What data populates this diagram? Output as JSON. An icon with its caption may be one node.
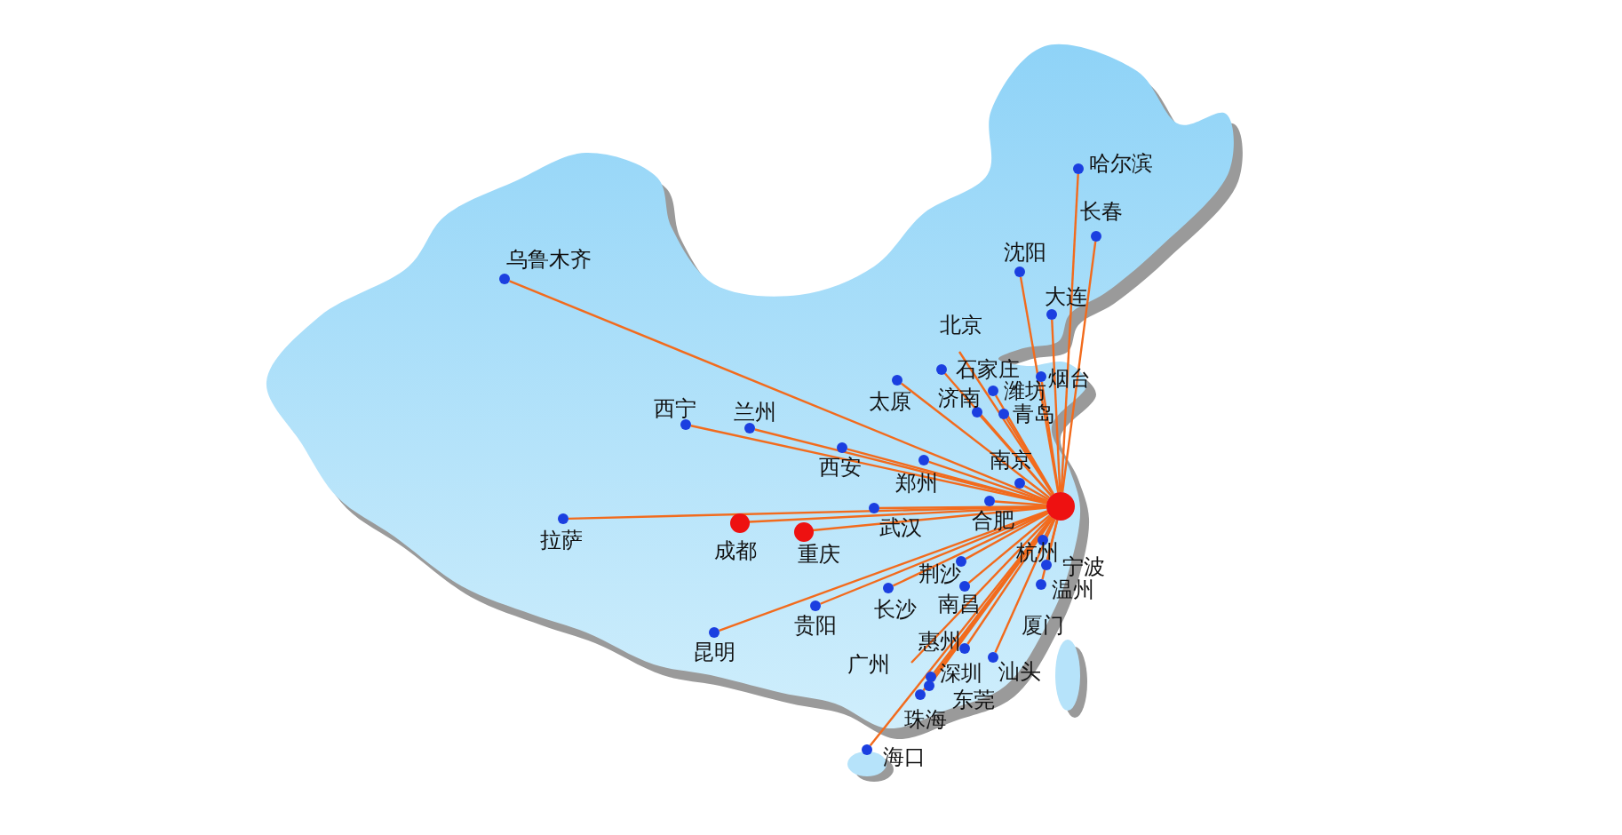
{
  "diagram": {
    "nodes": [
      {
        "text": [],
        "shape": "circle"
      },
      {
        "text": [
          "乌鲁木齐"
        ]
      },
      {
        "text": [
          "哈尔滨"
        ]
      },
      {
        "text": [
          "长春"
        ]
      },
      {
        "text": [
          "沈阳"
        ]
      },
      {
        "text": [
          "大连"
        ]
      },
      {
        "text": [
          "北京"
        ]
      },
      {
        "text": [
          "石家庄"
        ]
      },
      {
        "text": [
          "太原"
        ]
      },
      {
        "text": [
          "济南"
        ]
      },
      {
        "text": [
          "潍坊"
        ]
      },
      {
        "text": [
          "烟台"
        ]
      },
      {
        "text": [
          "青岛"
        ]
      },
      {
        "text": [
          "西宁"
        ]
      },
      {
        "text": [
          "兰州"
        ]
      },
      {
        "text": [
          "西安"
        ]
      },
      {
        "text": [
          "郑州"
        ]
      },
      {
        "text": [
          "南京"
        ]
      },
      {
        "text": [
          "拉萨"
        ]
      },
      {
        "text": [
          "成都"
        ]
      },
      {
        "text": [
          "重庆"
        ]
      },
      {
        "text": [
          "武汉"
        ]
      },
      {
        "text": [
          "合肥"
        ]
      },
      {
        "text": [
          "杭州"
        ]
      },
      {
        "text": [
          "宁波"
        ]
      },
      {
        "text": [
          "温州"
        ]
      },
      {
        "text": [
          "荆沙"
        ]
      },
      {
        "text": [
          "南昌"
        ]
      },
      {
        "text": [
          "长沙"
        ]
      },
      {
        "text": [
          "贵阳"
        ]
      },
      {
        "text": [
          "昆明"
        ]
      },
      {
        "text": [
          "惠州"
        ]
      },
      {
        "text": [
          "广州"
        ]
      },
      {
        "text": [
          "深圳"
        ]
      },
      {
        "text": [
          "东莞"
        ]
      },
      {
        "text": [
          "珠海"
        ]
      },
      {
        "text": [
          "汕头"
        ]
      },
      {
        "text": [
          "海口"
        ]
      }
    ],
    "edges": [
      {
        "from": 0,
        "to": 1,
        "arrow": "none"
      },
      {
        "from": 0,
        "to": 2,
        "arrow": "none"
      },
      {
        "from": 0,
        "to": 3,
        "arrow": "none"
      },
      {
        "from": 0,
        "to": 4,
        "arrow": "none"
      },
      {
        "from": 0,
        "to": 5,
        "arrow": "none"
      },
      {
        "from": 0,
        "to": 6,
        "arrow": "none"
      },
      {
        "from": 0,
        "to": 7,
        "arrow": "none"
      },
      {
        "from": 0,
        "to": 8,
        "arrow": "none"
      },
      {
        "from": 0,
        "to": 9,
        "arrow": "none"
      },
      {
        "from": 0,
        "to": 10,
        "arrow": "none"
      },
      {
        "from": 0,
        "to": 11,
        "arrow": "none"
      },
      {
        "from": 0,
        "to": 12,
        "arrow": "none"
      },
      {
        "from": 0,
        "to": 13,
        "arrow": "none"
      },
      {
        "from": 0,
        "to": 14,
        "arrow": "none"
      },
      {
        "from": 0,
        "to": 15,
        "arrow": "none"
      },
      {
        "from": 0,
        "to": 16,
        "arrow": "none"
      },
      {
        "from": 0,
        "to": 17,
        "arrow": "none"
      },
      {
        "from": 0,
        "to": 18,
        "arrow": "none"
      },
      {
        "from": 0,
        "to": 19,
        "arrow": "none"
      },
      {
        "from": 0,
        "to": 20,
        "arrow": "none"
      },
      {
        "from": 0,
        "to": 21,
        "arrow": "none"
      },
      {
        "from": 0,
        "to": 22,
        "arrow": "none"
      },
      {
        "from": 0,
        "to": 23,
        "arrow": "none"
      },
      {
        "from": 0,
        "to": 24,
        "arrow": "none"
      },
      {
        "from": 0,
        "to": 25,
        "arrow": "none"
      },
      {
        "from": 0,
        "to": 26,
        "arrow": "none"
      },
      {
        "from": 0,
        "to": 27,
        "arrow": "none"
      },
      {
        "from": 0,
        "to": 28,
        "arrow": "none"
      },
      {
        "from": 0,
        "to": 29,
        "arrow": "none"
      },
      {
        "from": 0,
        "to": 30,
        "arrow": "none"
      },
      {
        "from": 0,
        "to": 31,
        "arrow": "none"
      },
      {
        "from": 0,
        "to": 32,
        "arrow": "none"
      },
      {
        "from": 0,
        "to": 33,
        "arrow": "none"
      },
      {
        "from": 0,
        "to": 34,
        "arrow": "none"
      },
      {
        "from": 0,
        "to": 35,
        "arrow": "none"
      },
      {
        "from": 0,
        "to": 36,
        "arrow": "none"
      },
      {
        "from": 0,
        "to": 37,
        "arrow": "none"
      }
    ],
    "labels": [
      "厦门"
    ]
  }
}
